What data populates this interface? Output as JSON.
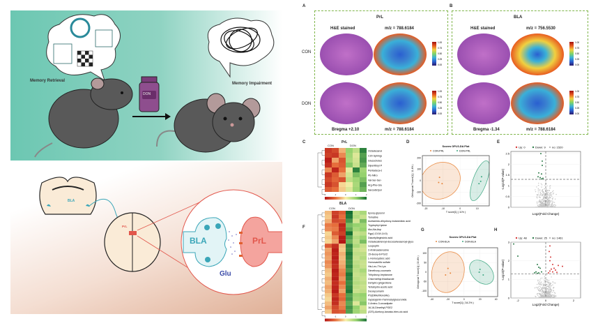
{
  "abstract": {
    "memory_retrieval": "Memory Retrieval",
    "memory_impairment": "Memory Impairment",
    "drug_label": "DON",
    "bla_label": "BLA",
    "prl_label": "PrL",
    "synapse_bla": "BLA",
    "synapse_prl": "PrL",
    "glu_label": "Glu",
    "colors": {
      "top_bg": "#7fcfbd",
      "bottom_bg": "#e2b59e",
      "bla": "#3aa6b8",
      "prl": "#e2574c",
      "glu": "#3a4aa8"
    }
  },
  "panel_a": {
    "letter": "A",
    "title": "PrL",
    "col1": "H&E stained",
    "col2": "m/z = 788.6184",
    "row1": "CON",
    "row2": "DON",
    "bregma": "Bregma +2.10",
    "mz_bottom": "m/z = 788.6184",
    "scale_ticks": [
      "1.00",
      "0.75",
      "0.50",
      "0.25",
      "0.00"
    ]
  },
  "panel_b": {
    "letter": "B",
    "title": "BLA",
    "col1": "H&E stained",
    "col2": "m/z = 756.5530",
    "bregma": "Bregma -1.34",
    "mz_bottom": "m/z = 788.6184",
    "scale_ticks": [
      "1.00",
      "0.75",
      "0.50",
      "0.25",
      "0.00"
    ]
  },
  "panel_c": {
    "letter": "C",
    "title": "PrL",
    "group1": "CON",
    "group2": "DON",
    "legend_ticks": [
      "-2",
      "-1",
      "0",
      "1",
      "2"
    ],
    "rows": [
      {
        "name": "Octadecanoic acid (d5)",
        "v": [
          -1.6,
          -1.4,
          -0.5,
          1.0,
          0.6,
          1.8
        ]
      },
      {
        "name": "C20 Sphingomyelin",
        "v": [
          -1.5,
          -1.6,
          -0.8,
          0.9,
          0.3,
          1.5
        ]
      },
      {
        "name": "Glucocholesterol",
        "v": [
          -1.9,
          -0.6,
          -1.3,
          0.8,
          0.4,
          1.6
        ]
      },
      {
        "name": "Dipentitoyl PE",
        "v": [
          -1.7,
          -1.0,
          -1.2,
          1.1,
          0.5,
          1.4
        ]
      },
      {
        "name": "Pentadeca-diocose-GP",
        "v": [
          -0.8,
          -1.8,
          -1.0,
          0.2,
          1.8,
          0.9
        ]
      },
      {
        "name": "PE-Nitro",
        "v": [
          -1.6,
          -1.2,
          -0.6,
          0.4,
          1.2,
          1.0
        ]
      },
      {
        "name": "Val-Ser-Ser-Ser-Leu",
        "v": [
          -1.4,
          -1.1,
          -1.3,
          0.6,
          0.9,
          1.2
        ]
      },
      {
        "name": "Arg-Phe-Glu",
        "v": [
          -1.6,
          -1.3,
          -0.2,
          0.1,
          0.8,
          1.5
        ]
      },
      {
        "name": "Sarcodictyol A",
        "v": [
          -1.2,
          -1.0,
          -0.3,
          0.3,
          0.9,
          1.3
        ]
      }
    ]
  },
  "chart_data": [
    {
      "type": "scatter",
      "id": "D",
      "title": "Scores OPLS-DA Plot",
      "xlabel": "T score[1] ( 11% )",
      "ylabel": "Orthogonal T score[1] ( 11.4% )",
      "xlim": [
        -22,
        17
      ],
      "ylim": [
        -220,
        220
      ],
      "xticks": [
        -20,
        -10,
        0,
        10
      ],
      "yticks": [
        200,
        100,
        0,
        -100,
        -200
      ],
      "series": [
        {
          "name": "CON-PRL",
          "color": "#e8853a",
          "points": [
            [
              -12,
              30
            ],
            [
              -12.5,
              -15
            ],
            [
              -10.5,
              -25
            ]
          ],
          "ellipse": {
            "cx": -11.5,
            "cy": 0,
            "rx": 12,
            "ry": 155,
            "angle": -30
          }
        },
        {
          "name": "DON-PRL",
          "color": "#3aa680",
          "points": [
            [
              11,
              -25
            ],
            [
              12.5,
              35
            ],
            [
              12,
              -5
            ]
          ],
          "ellipse": {
            "cx": 11.5,
            "cy": 0,
            "rx": 4,
            "ry": 185,
            "angle": 20
          }
        }
      ]
    },
    {
      "type": "scatter",
      "id": "E",
      "subtype": "volcano",
      "xlabel": "Log2(Fold Change)",
      "ylabel": "-Log10(P-value)",
      "xlim": [
        -2.5,
        2.5
      ],
      "ylim": [
        0,
        2.6
      ],
      "yticks": [
        0,
        0.5,
        1,
        1.5,
        2,
        2.5
      ],
      "threshold_p": 1.3,
      "legend": [
        {
          "label": "Up: 0",
          "color": "#d63a3a"
        },
        {
          "label": "Down: 9",
          "color": "#2e7d4a"
        },
        {
          "label": "no: 1520",
          "color": "#bbbbbb"
        }
      ],
      "down_points": [
        [
          -0.35,
          2.5
        ],
        [
          -0.25,
          2.15
        ],
        [
          -0.25,
          1.95
        ],
        [
          -0.5,
          1.6
        ],
        [
          -0.3,
          1.55
        ],
        [
          -0.55,
          1.42
        ],
        [
          -0.4,
          1.38
        ],
        [
          -0.2,
          1.35
        ],
        [
          -0.3,
          1.32
        ]
      ],
      "up_points": [],
      "gray_count": 1520
    },
    {
      "type": "scatter",
      "id": "G",
      "title": "Scores OPLS-DA Plot",
      "xlabel": "T score[1] ( 34.2% )",
      "ylabel": "Orthogonal T score[1] ( 30.4% )",
      "xlim": [
        -45,
        42
      ],
      "ylim": [
        -130,
        130
      ],
      "xticks": [
        -40,
        -20,
        0,
        20,
        40
      ],
      "yticks": [
        100,
        50,
        0,
        -50,
        -100
      ],
      "series": [
        {
          "name": "CON-BLA",
          "color": "#e8853a",
          "points": [
            [
              -20,
              20
            ],
            [
              -17,
              -5
            ],
            [
              -23,
              -15
            ]
          ],
          "ellipse": {
            "cx": -20,
            "cy": 0,
            "rx": 20,
            "ry": 110,
            "angle": 15
          }
        },
        {
          "name": "DON-BLA",
          "color": "#3aa680",
          "points": [
            [
              20,
              15
            ],
            [
              24,
              -15
            ],
            [
              19,
              0
            ]
          ],
          "ellipse": {
            "cx": 22,
            "cy": 0,
            "rx": 12,
            "ry": 75,
            "angle": -45
          }
        }
      ]
    },
    {
      "type": "scatter",
      "id": "H",
      "subtype": "volcano",
      "xlabel": "Log2(Fold Change)",
      "ylabel": "-Log10(P-value)",
      "xlim": [
        -2.5,
        2.5
      ],
      "ylim": [
        0,
        3
      ],
      "yticks": [
        0,
        1,
        2,
        3
      ],
      "xticks": [
        -2,
        0,
        2
      ],
      "threshold_p": 1.3,
      "legend": [
        {
          "label": "Up: 48",
          "color": "#d63a3a"
        },
        {
          "label": "Down: 25",
          "color": "#2e7d4a"
        },
        {
          "label": "no: 1461",
          "color": "#bbbbbb"
        }
      ],
      "up_count": 48,
      "down_count": 25,
      "gray_count": 1461,
      "down_points": [
        [
          -2.3,
          2.9
        ],
        [
          -2.0,
          2.25
        ],
        [
          -0.6,
          1.8
        ],
        [
          -0.5,
          1.65
        ],
        [
          -0.4,
          1.6
        ],
        [
          -0.7,
          1.4
        ],
        [
          -0.5,
          1.35
        ],
        [
          -0.3,
          1.4
        ],
        [
          -0.8,
          1.35
        ],
        [
          -0.6,
          1.32
        ]
      ],
      "up_points": [
        [
          0.3,
          2.8
        ],
        [
          0.25,
          2.5
        ],
        [
          0.35,
          2.2
        ],
        [
          0.3,
          2.0
        ],
        [
          0.5,
          1.8
        ],
        [
          0.9,
          1.75
        ],
        [
          1.2,
          1.7
        ],
        [
          0.6,
          1.6
        ],
        [
          0.4,
          1.55
        ],
        [
          0.7,
          1.5
        ],
        [
          0.3,
          1.45
        ],
        [
          0.5,
          1.4
        ],
        [
          0.8,
          1.38
        ],
        [
          0.2,
          1.35
        ]
      ]
    }
  ],
  "panel_d": {
    "letter": "D"
  },
  "panel_e": {
    "letter": "E"
  },
  "panel_g": {
    "letter": "G"
  },
  "panel_h": {
    "letter": "H"
  },
  "panel_f": {
    "letter": "F",
    "title": "BLA",
    "group1": "CON",
    "group2": "DON",
    "legend_ticks": [
      "-2",
      "-1",
      "0",
      "1",
      "2"
    ],
    "rows": [
      {
        "name": "Epoxy-glycerol",
        "v": [
          -0.4,
          -1.5,
          -1.2,
          2.0,
          0.6,
          0.8
        ]
      },
      {
        "name": "Tomatine",
        "v": [
          -0.3,
          -1.6,
          -1.0,
          1.9,
          0.7,
          0.5
        ]
      },
      {
        "name": "Acetamido-dihydroxy-butanedioic acid",
        "v": [
          -0.5,
          -1.4,
          -1.3,
          1.6,
          0.4,
          1.2
        ]
      },
      {
        "name": "Tryptophyl-lysine",
        "v": [
          -0.9,
          -1.0,
          -1.8,
          1.2,
          1.0,
          0.9
        ]
      },
      {
        "name": "Ala-Ala-Asp",
        "v": [
          -0.8,
          -0.9,
          -1.7,
          1.4,
          0.8,
          1.0
        ]
      },
      {
        "name": "Pgp(i-13:0/i-14:0)",
        "v": [
          -0.2,
          -1.2,
          -1.5,
          2.0,
          0.5,
          0.6
        ]
      },
      {
        "name": "Diacetylleginsinic acid",
        "v": [
          -0.3,
          -0.8,
          -1.9,
          1.5,
          0.7,
          0.9
        ]
      },
      {
        "name": "Octadecatrienoyl-docosahexaenoyl-glycerol",
        "v": [
          -0.2,
          -0.6,
          -2.0,
          1.3,
          0.6,
          1.2
        ]
      },
      {
        "name": "Leupeptin",
        "v": [
          -1.2,
          -1.7,
          -0.4,
          1.8,
          0.8,
          0.5
        ]
      },
      {
        "name": "2-Aminoadenosine",
        "v": [
          -0.6,
          -1.9,
          -0.3,
          1.7,
          0.5,
          0.4
        ]
      },
      {
        "name": "15-deoxy-6-PGJ2",
        "v": [
          -0.7,
          -1.8,
          -0.5,
          1.9,
          0.6,
          0.6
        ]
      },
      {
        "name": "L-Homocysteic acid",
        "v": [
          -0.6,
          -1.9,
          -0.4,
          1.8,
          0.5,
          0.7
        ]
      },
      {
        "name": "Homovanillic sulfate",
        "v": [
          -0.8,
          -1.8,
          -0.5,
          1.7,
          0.6,
          0.5
        ]
      },
      {
        "name": "His-Leu-Thr-Lys",
        "v": [
          -0.7,
          -1.7,
          -0.6,
          1.8,
          0.7,
          0.5
        ]
      },
      {
        "name": "Dimethoxy-coumarin",
        "v": [
          -0.4,
          -1.9,
          -0.8,
          1.6,
          0.6,
          0.8
        ]
      },
      {
        "name": "Trihydroxy-heptanone",
        "v": [
          -0.3,
          -1.8,
          -0.9,
          1.9,
          0.5,
          0.6
        ]
      },
      {
        "name": "Chlormethyl-thiadiazole",
        "v": [
          -0.5,
          -1.9,
          -0.7,
          1.8,
          0.6,
          0.5
        ]
      },
      {
        "name": "Dehydro-gingerdione",
        "v": [
          -0.4,
          -1.7,
          -1.0,
          1.7,
          0.7,
          0.6
        ]
      },
      {
        "name": "Tetrahydro-acetic acid",
        "v": [
          -0.6,
          -1.8,
          -0.8,
          1.8,
          0.6,
          0.5
        ]
      },
      {
        "name": "Deoxycumarin",
        "v": [
          -0.5,
          -1.9,
          -0.6,
          1.9,
          0.5,
          0.6
        ]
      },
      {
        "name": "PS(DiMe/MonoMe)",
        "v": [
          -0.3,
          -1.6,
          -1.0,
          1.5,
          0.9,
          1.0
        ]
      },
      {
        "name": "Gypsogenin-rhamnosylglucuronide",
        "v": [
          -0.2,
          -1.8,
          -1.1,
          1.6,
          0.8,
          0.9
        ]
      },
      {
        "name": "2-Amino-3-oxoadipate",
        "v": [
          -0.4,
          -1.7,
          -0.8,
          1.4,
          0.3,
          1.1
        ]
      },
      {
        "name": "16,16-Dimethyl-PGE2",
        "v": [
          -0.6,
          -1.4,
          -0.9,
          1.6,
          1.0,
          0.4
        ]
      },
      {
        "name": "(22S)-Acetoxy-lanosta-trien-oic acid",
        "v": [
          -0.3,
          -1.3,
          -1.2,
          1.5,
          0.9,
          0.6
        ]
      }
    ]
  }
}
